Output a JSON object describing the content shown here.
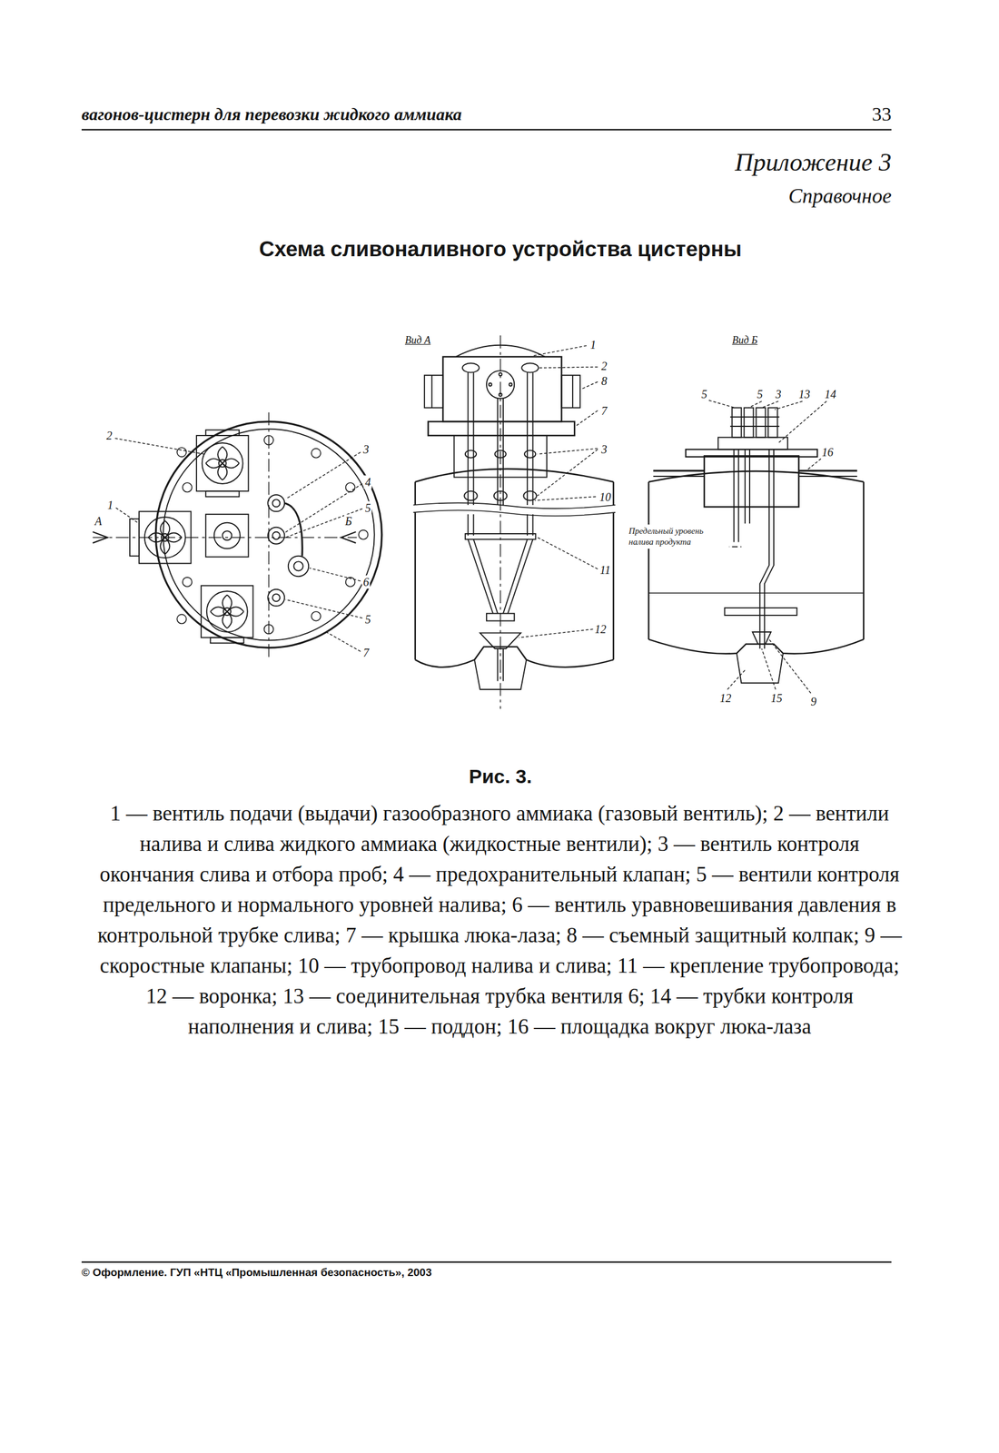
{
  "diagram": {
    "title": "Схема сливоналивного устройства цистерны",
    "caption": "Рис. 3.",
    "labels": [
      "вагонов-цистерн для перевозки жидкого аммиака",
      "33",
      "Приложение 3",
      "Справочное",
      "Вид А",
      "Вид Б",
      "2",
      "1",
      "А",
      "3",
      "4",
      "5",
      "Б",
      "6",
      "5",
      "7",
      "1",
      "2",
      "8",
      "7",
      "3",
      "10",
      "11",
      "12",
      "5",
      "5",
      "3",
      "13",
      "14",
      "16",
      "12",
      "15",
      "9",
      "Предельный уровень налива продукта",
      "1 — вентиль подачи (выдачи) газообразного аммиака (газовый вентиль); 2 — вентили налива и слива жидкого аммиака (жидкостные вентили); 3 — вентиль контроля окончания слива и отбора проб; 4 — предохранительный клапан; 5 — вентили контроля предельного и нормального уровней налива; 6 — вентиль уравновешивания давления в контрольной трубке слива; 7 — крышка люка-лаза; 8 — съемный защитный колпак; 9 — скоростные клапаны; 10 — трубопровод налива и слива; 11 — крепление трубопровода; 12 — воронка; 13 — соединительная трубка вентиля 6; 14 — трубки контроля наполнения и слива; 15 — поддон; 16 — площадка вокруг люка-лаза",
      "© Оформление. ГУП «НТЦ «Промышленная безопасность», 2003"
    ]
  }
}
